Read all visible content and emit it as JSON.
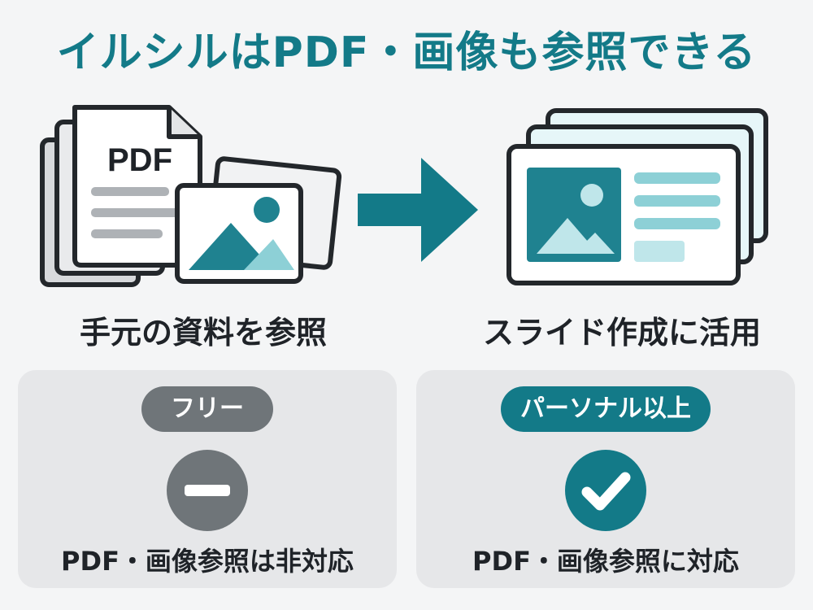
{
  "title": "イルシルはPDF・画像も参照できる",
  "illustration": {
    "pdf_label": "PDF",
    "left_caption": "手元の資料を参照",
    "right_caption": "スライド作成に活用"
  },
  "plans": [
    {
      "badge": "フリー",
      "status_icon": "minus-icon",
      "description": "PDF・画像参照は非対応"
    },
    {
      "badge": "パーソナル以上",
      "status_icon": "check-icon",
      "description": "PDF・画像参照に対応"
    }
  ],
  "colors": {
    "accent": "#137a88",
    "accent_light": "#8dd0d6",
    "neutral": "#6f7579",
    "outline": "#23272b",
    "card_bg": "#e6e7e9"
  }
}
